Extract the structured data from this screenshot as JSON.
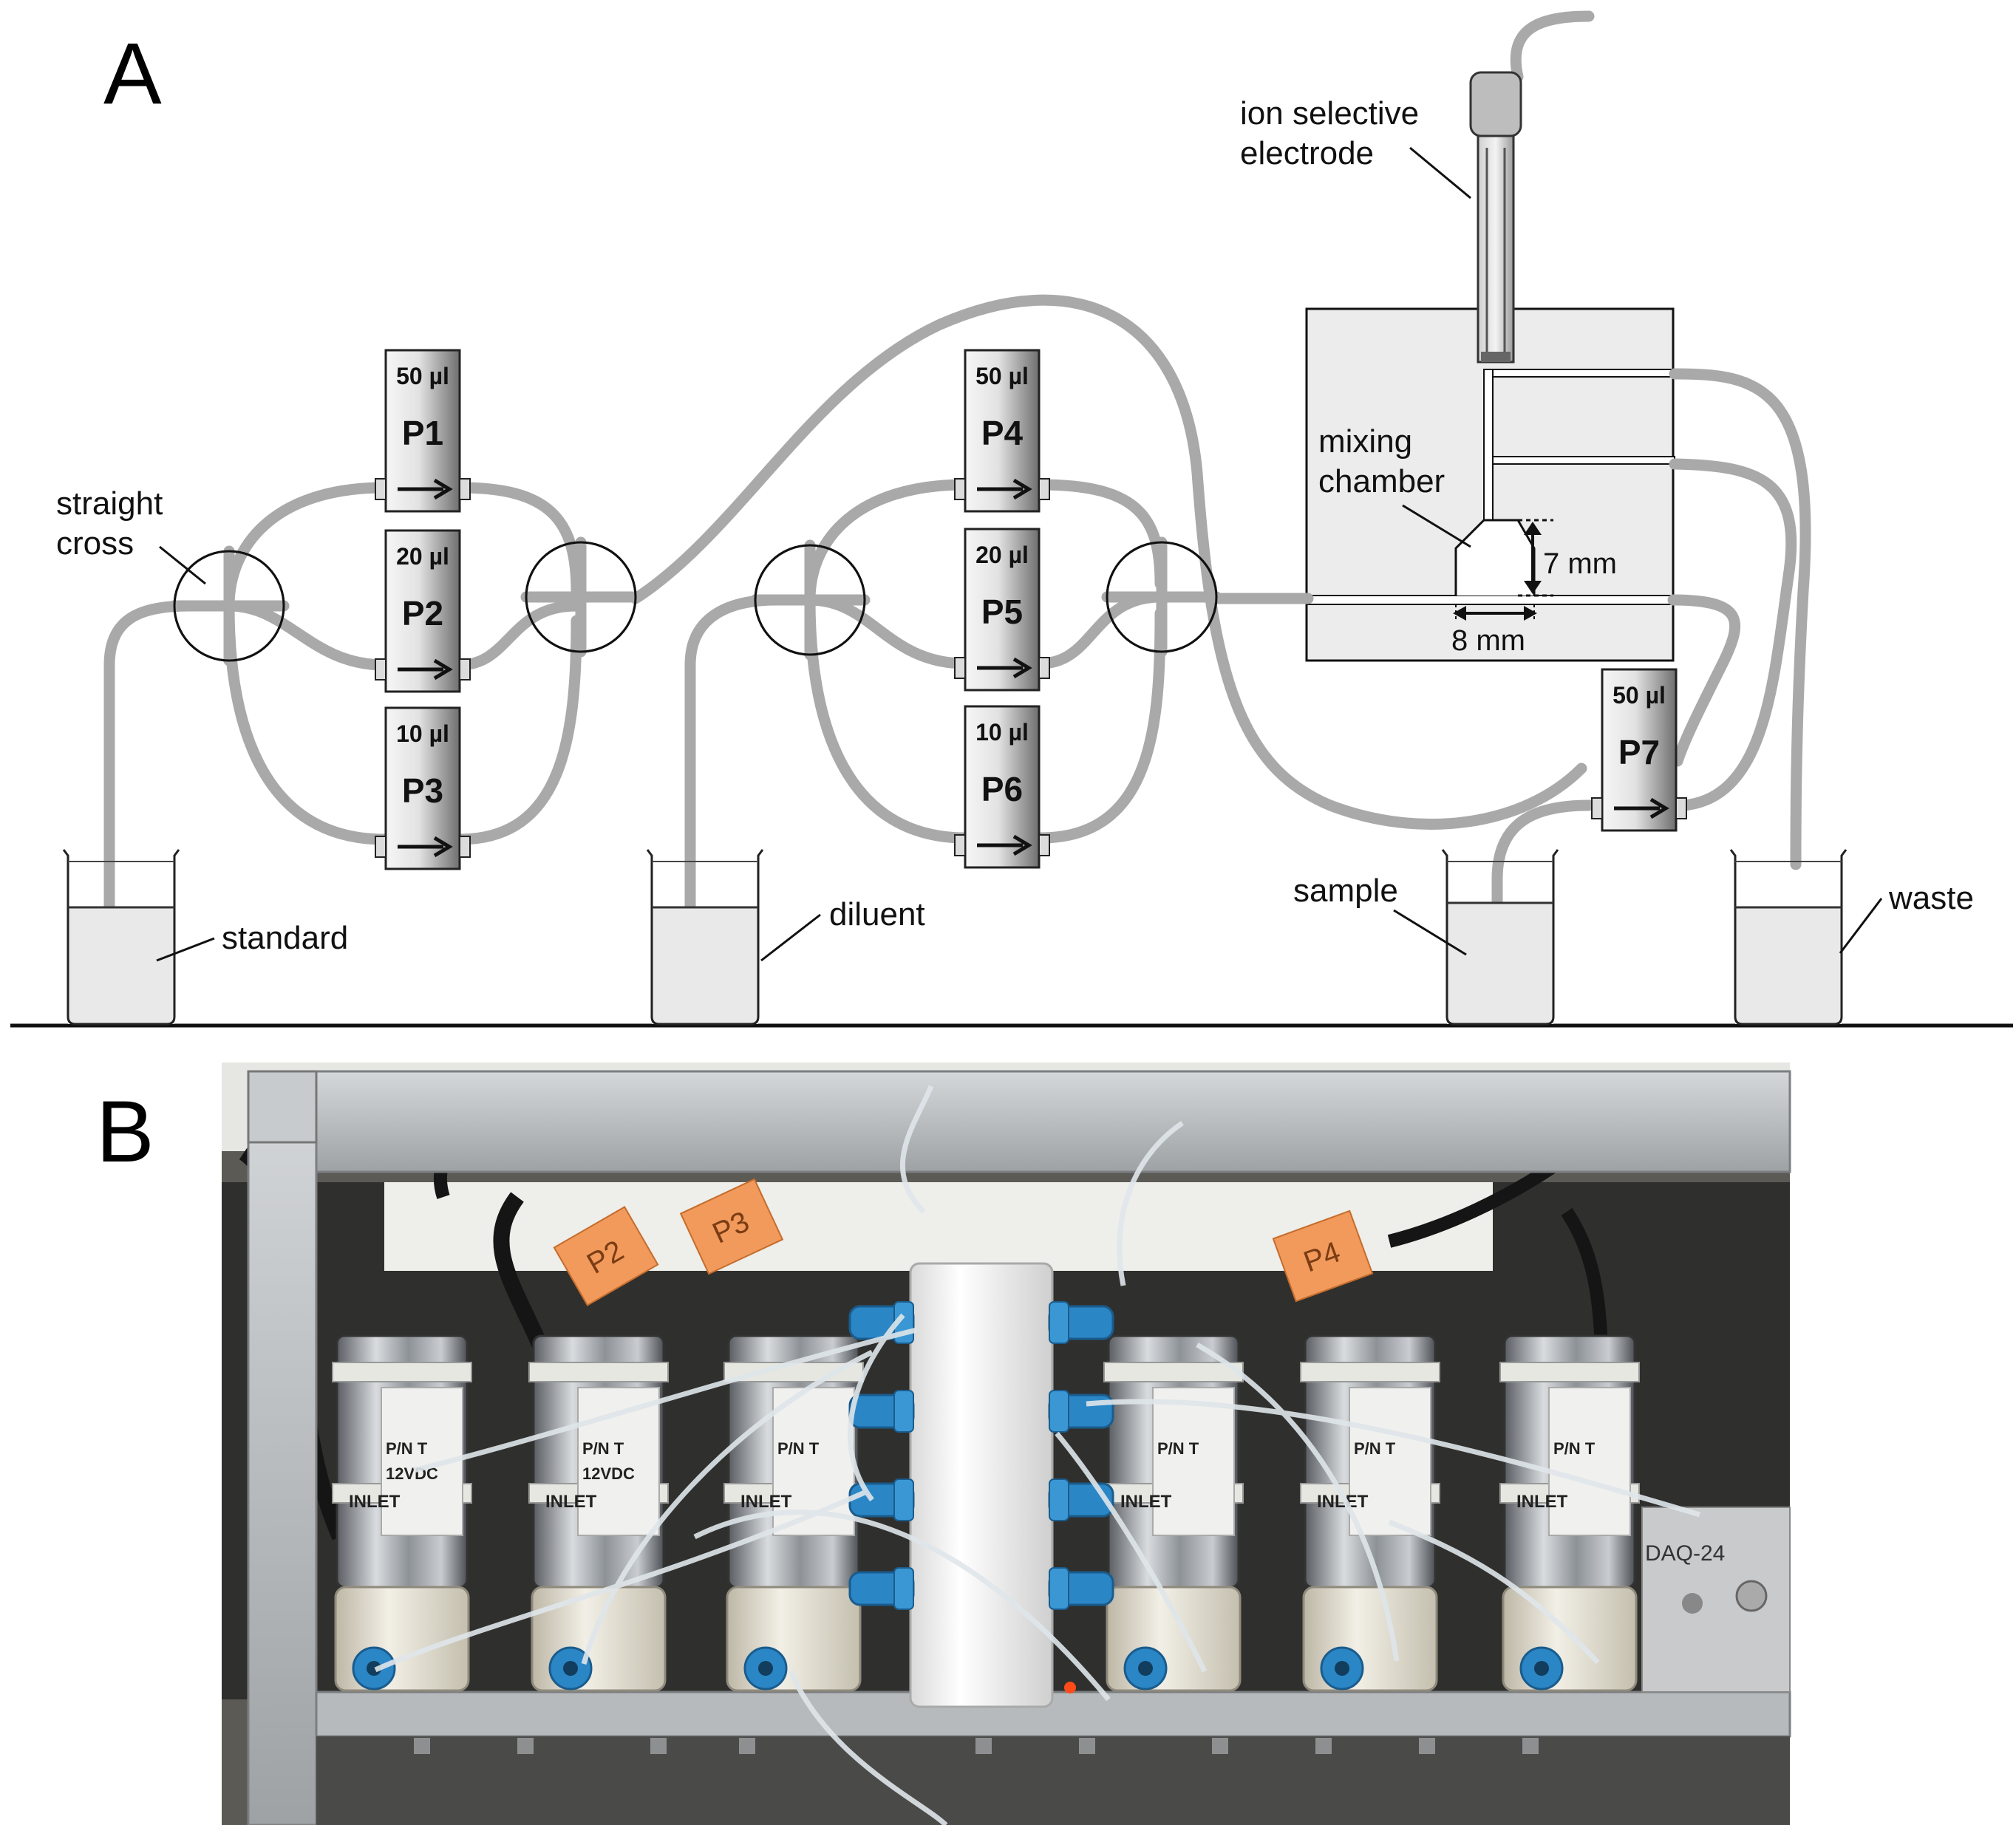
{
  "panels": {
    "a": "A",
    "b": "B"
  },
  "pumps": [
    {
      "name": "P1",
      "volume": "50 µl"
    },
    {
      "name": "P2",
      "volume": "20 µl"
    },
    {
      "name": "P3",
      "volume": "10 µl"
    },
    {
      "name": "P4",
      "volume": "50 µl"
    },
    {
      "name": "P5",
      "volume": "20 µl"
    },
    {
      "name": "P6",
      "volume": "10 µl"
    },
    {
      "name": "P7",
      "volume": "50 µl"
    }
  ],
  "labels": {
    "straight_cross_1": "straight",
    "straight_cross_2": "cross",
    "ion_electrode_1": "ion selective",
    "ion_electrode_2": "electrode",
    "mixing_chamber_1": "mixing",
    "mixing_chamber_2": "chamber",
    "height_dim": "7 mm",
    "width_dim": "8 mm",
    "standard": "standard",
    "diluent": "diluent",
    "sample": "sample",
    "waste": "waste"
  },
  "photo": {
    "pump_labels": [
      "INLET",
      "INLET",
      "INLET",
      "INLET",
      "INLET",
      "INLET",
      "INLET"
    ],
    "pump_part_text": [
      "P/N T",
      "P/N T",
      "P/N T",
      "P/N T",
      "P/N T",
      "P/N T",
      "P/N T"
    ],
    "pump_voltage_text": [
      "12VDC",
      "12VDC"
    ],
    "tag_labels": [
      "P2",
      "P3",
      "P4"
    ],
    "board_text": "DAQ-24",
    "colors": {
      "frame": "#b9bcbe",
      "steel": "#9a9ea3",
      "valve_body": "#e6e2d6",
      "fitting_blue": "#2b86c6",
      "tag_orange": "#f29a5b",
      "manifold": "#f4f4f4"
    }
  }
}
